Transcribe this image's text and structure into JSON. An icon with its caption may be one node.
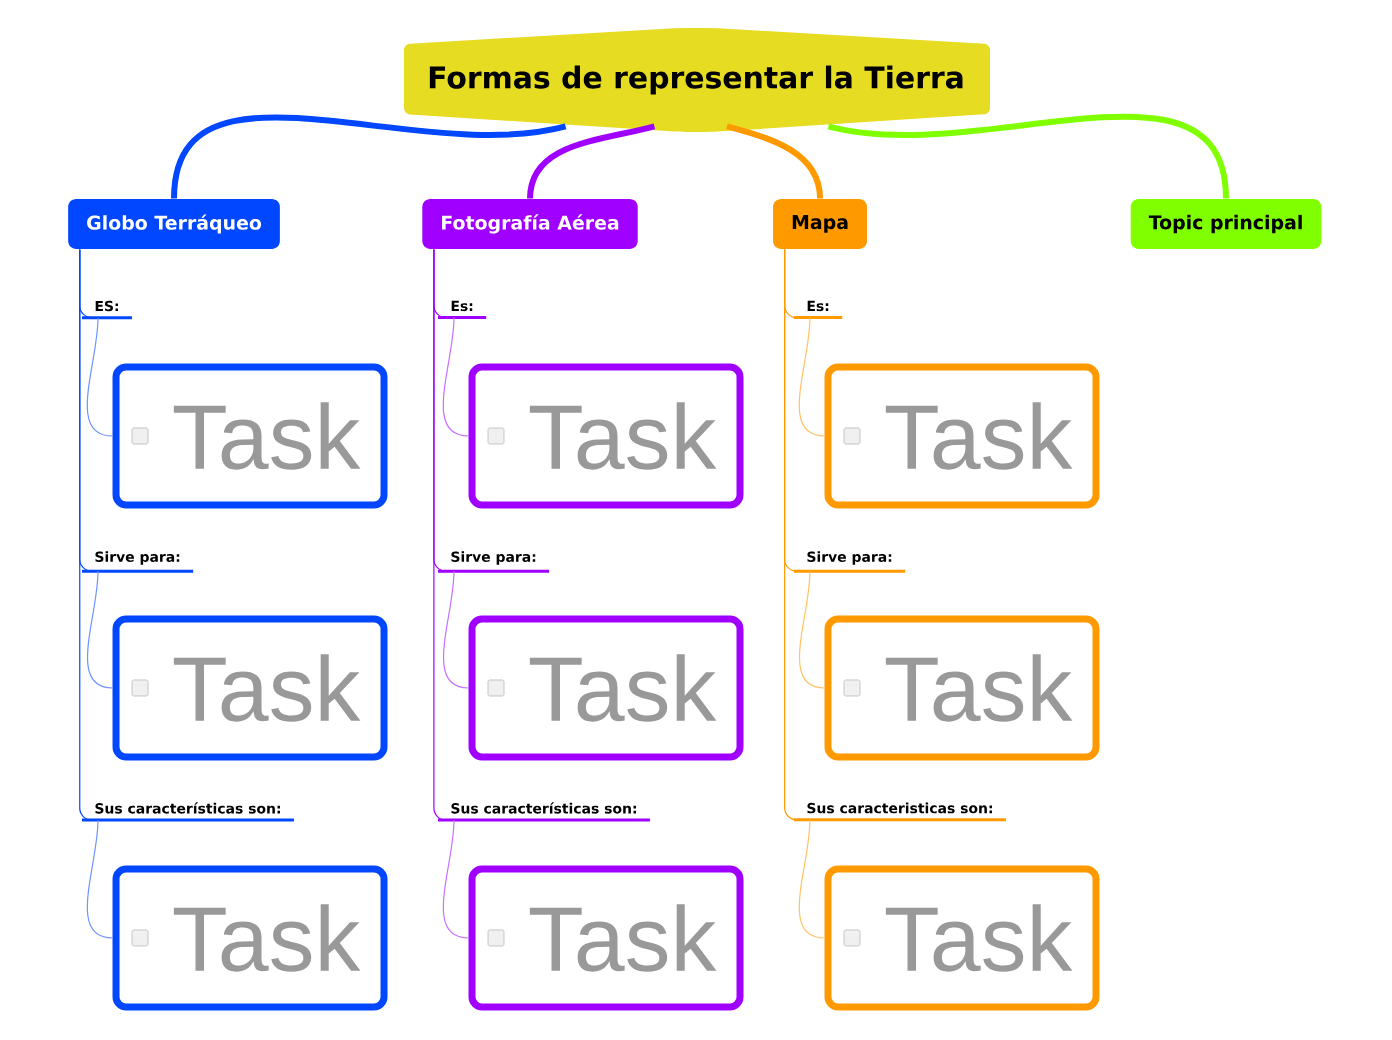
{
  "diagram": {
    "nodes": [
      {
        "text": [
          "Formas de representar la Tierra"
        ]
      },
      {
        "text": [
          "Globo Terráqueo"
        ]
      },
      {
        "text": [
          "Fotografía Aérea"
        ]
      },
      {
        "text": [
          "Mapa"
        ]
      },
      {
        "text": [
          "Topic principal"
        ]
      },
      {
        "text": [
          "ES:"
        ]
      },
      {
        "text": [
          "Task"
        ]
      },
      {
        "text": [
          "Sirve para:"
        ]
      },
      {
        "text": [
          "Task"
        ]
      },
      {
        "text": [
          "Sus características son:"
        ]
      },
      {
        "text": [
          "Task"
        ]
      },
      {
        "text": [
          "Es:"
        ]
      },
      {
        "text": [
          "Task"
        ]
      },
      {
        "text": [
          "Sirve para:"
        ]
      },
      {
        "text": [
          "Task"
        ]
      },
      {
        "text": [
          "Sus características son:"
        ]
      },
      {
        "text": [
          "Task"
        ]
      },
      {
        "text": [
          "Es:"
        ]
      },
      {
        "text": [
          "Task"
        ]
      },
      {
        "text": [
          "Sirve para:"
        ]
      },
      {
        "text": [
          "Task"
        ]
      },
      {
        "text": [
          "Sus caracteristicas son:"
        ]
      },
      {
        "text": [
          "Task"
        ]
      }
    ],
    "edges": [
      {
        "from": 0,
        "to": 1,
        "arrow": "none",
        "style": "thick",
        "color": "#0047ff"
      },
      {
        "from": 0,
        "to": 2,
        "arrow": "none",
        "style": "thick",
        "color": "#a000ff"
      },
      {
        "from": 0,
        "to": 3,
        "arrow": "none",
        "style": "thick",
        "color": "#ff9900"
      },
      {
        "from": 0,
        "to": 4,
        "arrow": "none",
        "style": "thick",
        "color": "#80ff00"
      },
      {
        "from": 1,
        "to": 5,
        "arrow": "none",
        "color": "#0047ff"
      },
      {
        "from": 5,
        "to": 6,
        "arrow": "none",
        "color": "#6f93ff"
      },
      {
        "from": 1,
        "to": 7,
        "arrow": "none",
        "color": "#0047ff"
      },
      {
        "from": 7,
        "to": 8,
        "arrow": "none",
        "color": "#6f93ff"
      },
      {
        "from": 1,
        "to": 9,
        "arrow": "none",
        "color": "#0047ff"
      },
      {
        "from": 9,
        "to": 10,
        "arrow": "none",
        "color": "#6f93ff"
      },
      {
        "from": 2,
        "to": 11,
        "arrow": "none",
        "color": "#a000ff"
      },
      {
        "from": 11,
        "to": 12,
        "arrow": "none",
        "color": "#c870ff"
      },
      {
        "from": 2,
        "to": 13,
        "arrow": "none",
        "color": "#a000ff"
      },
      {
        "from": 13,
        "to": 14,
        "arrow": "none",
        "color": "#c870ff"
      },
      {
        "from": 2,
        "to": 15,
        "arrow": "none",
        "color": "#a000ff"
      },
      {
        "from": 15,
        "to": 16,
        "arrow": "none",
        "color": "#c870ff"
      },
      {
        "from": 3,
        "to": 17,
        "arrow": "none",
        "color": "#ff9900"
      },
      {
        "from": 17,
        "to": 18,
        "arrow": "none",
        "color": "#ffc266"
      },
      {
        "from": 3,
        "to": 19,
        "arrow": "none",
        "color": "#ff9900"
      },
      {
        "from": 19,
        "to": 20,
        "arrow": "none",
        "color": "#ffc266"
      },
      {
        "from": 3,
        "to": 21,
        "arrow": "none",
        "color": "#ff9900"
      },
      {
        "from": 21,
        "to": 22,
        "arrow": "none",
        "color": "#ffc266"
      }
    ]
  }
}
